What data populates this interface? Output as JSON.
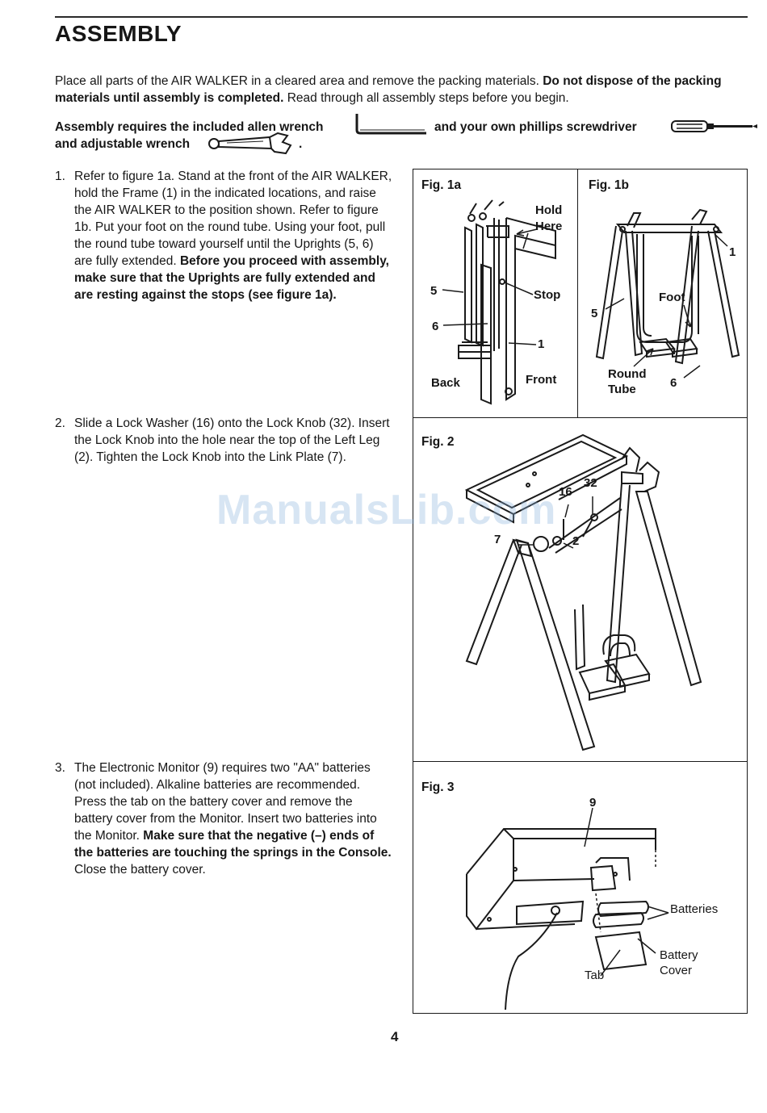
{
  "page": {
    "title": "ASSEMBLY",
    "page_number": "4",
    "watermark": "ManualsLib.com"
  },
  "intro": {
    "part1": "Place all parts of the AIR WALKER in a cleared area and remove the packing materials. ",
    "part2": "Do not dispose of the packing materials until assembly is completed.",
    "part3": " Read through all assembly steps before you begin."
  },
  "tools": {
    "line1_a": "Assembly requires the included allen wrench",
    "line1_b": "and your own phillips screwdriver",
    "line2_a": "and adjustable wrench",
    "line2_b": "."
  },
  "steps": [
    {
      "num": "1.",
      "text_normal": "Refer to figure 1a. Stand at the front of the AIR WALKER, hold the Frame (1) in the indicated locations, and raise the AIR WALKER to the position shown. Refer to figure 1b. Put your foot on the round tube. Using your foot, pull the round tube toward yourself until the Uprights (5, 6) are fully extended. ",
      "text_bold": "Before you proceed with assembly, make sure that the Uprights are fully extended and are resting against the stops (see figure 1a)."
    },
    {
      "num": "2.",
      "text_normal": "Slide a Lock Washer (16) onto the Lock Knob (32). Insert the Lock Knob into the hole near the top of the Left Leg (2). Tighten the Lock Knob into the Link Plate (7).",
      "text_bold": ""
    },
    {
      "num": "3.",
      "text_normal": "The Electronic Monitor (9) requires two \"AA\" batteries (not included). Alkaline batteries are recommended. Press the tab on the battery cover and remove the battery cover from the Monitor. Insert two batteries into the Monitor. ",
      "text_bold": "Make sure that the negative (–) ends of the batteries are touching the springs in the Console.",
      "text_tail": " Close the battery cover."
    }
  ],
  "figures": {
    "fig1a": {
      "label": "Fig. 1a",
      "callouts": {
        "hold": "Hold",
        "here": "Here",
        "stop": "Stop",
        "n5": "5",
        "n6": "6",
        "n1": "1",
        "back": "Back",
        "front": "Front"
      }
    },
    "fig1b": {
      "label": "Fig. 1b",
      "callouts": {
        "n1": "1",
        "foot": "Foot",
        "n5": "5",
        "round": "Round",
        "tube": "Tube",
        "n6": "6"
      }
    },
    "fig2": {
      "label": "Fig. 2",
      "callouts": {
        "n16": "16",
        "n32": "32",
        "n7": "7",
        "n2": "2"
      }
    },
    "fig3": {
      "label": "Fig. 3",
      "callouts": {
        "n9": "9",
        "batteries": "Batteries",
        "battery": "Battery",
        "cover": "Cover",
        "tab": "Tab"
      }
    }
  }
}
